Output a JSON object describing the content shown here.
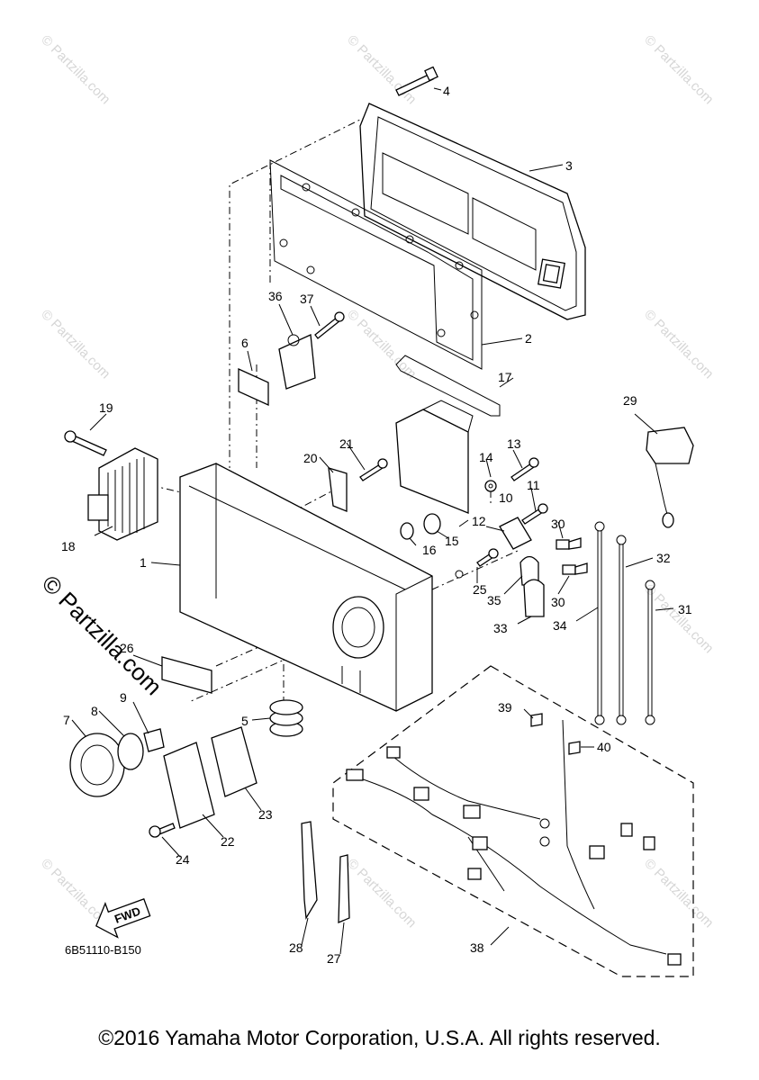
{
  "watermark": {
    "text": "© Partzilla.com",
    "brand_text": "© Partzilla.com"
  },
  "diagram_code": "6B51110-B150",
  "fwd_label": "FWD",
  "copyright": "©2016 Yamaha Motor Corporation, U.S.A. All rights reserved.",
  "callouts": [
    "1",
    "2",
    "3",
    "4",
    "5",
    "6",
    "7",
    "8",
    "9",
    "10",
    "11",
    "12",
    "13",
    "14",
    "15",
    "16",
    "17",
    "18",
    "19",
    "20",
    "21",
    "22",
    "23",
    "24",
    "25",
    "26",
    "27",
    "28",
    "29",
    "30",
    "30",
    "31",
    "32",
    "33",
    "34",
    "35",
    "36",
    "37",
    "38",
    "39",
    "40"
  ]
}
